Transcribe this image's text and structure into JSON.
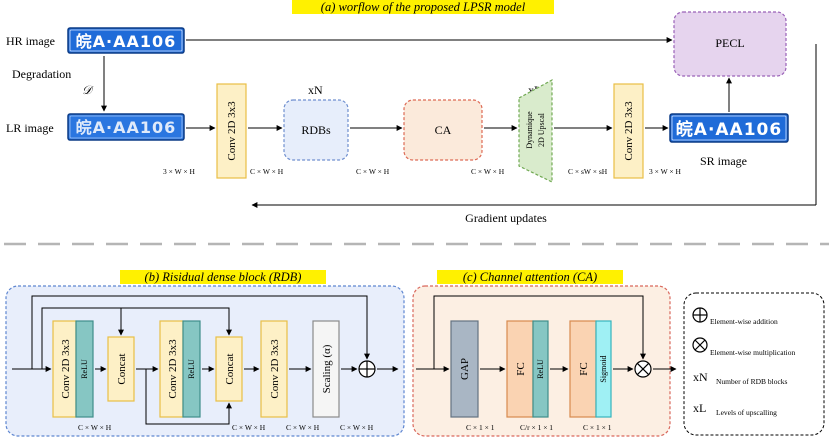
{
  "titles": {
    "a": "(a) worflow of the proposed LPSR model",
    "b": "(b) Risidual dense block (RDB)",
    "c": "(c) Channel attention (CA)"
  },
  "plate_text": "皖A·AA106",
  "top": {
    "hr_label": "HR image",
    "lr_label": "LR image",
    "sr_label": "SR image",
    "degradation": "Degradation",
    "degradation_symbol": "𝒟",
    "pecl": "PECL",
    "conv_in": "Conv 2D 3x3",
    "rdbs": "RDBs",
    "rdbs_rep": "xN",
    "ca": "CA",
    "upscale_rep": "xL",
    "upscale_line1": "Dynamique",
    "upscale_line2": "2D Upscal",
    "conv_out": "Conv 2D 3x3",
    "gradient": "Gradient updates",
    "dims": {
      "d1": "3 × W × H",
      "d2": "C × W × H",
      "d3": "C × W × H",
      "d4": "C × W × H",
      "d5": "C × sW × sH",
      "d6": "3 × W × H"
    }
  },
  "rdb": {
    "conv1": "Conv 2D 3x3",
    "relu1": "ReLU",
    "concat1": "Concat",
    "conv2": "Conv 2D 3x3",
    "relu2": "ReLU",
    "concat2": "Concat",
    "conv3": "Conv 2D 3x3",
    "scaling": "Scaling (α)",
    "dim1": "C × W × H",
    "dim2": "C × W × H",
    "dim3": "C × W × H",
    "dim4": "C × W × H"
  },
  "ca": {
    "gap": "GAP",
    "fc1": "FC",
    "relu": "ReLU",
    "fc2": "FC",
    "sigmoid": "Sigmoid",
    "dim1": "C × 1 × 1",
    "dim2": "C/r × 1 × 1",
    "dim3": "C × 1 × 1"
  },
  "legend": {
    "add": "Element-wise addition",
    "mul": "Element-wise multiplication",
    "n_sym": "xN",
    "n_text": "Number of RDB blocks",
    "l_sym": "xL",
    "l_text": "Levels of upscalling"
  },
  "colors": {
    "conv_fill": "#fdf0c6",
    "conv_stroke": "#e9bf45",
    "relu_fill": "#86c6c3",
    "relu_stroke": "#3f8e8a",
    "rdbs_fill": "#e7eefb",
    "rdbs_stroke": "#6f8fcf",
    "ca_fill": "#fbeadb",
    "ca_stroke": "#dd6a55",
    "up_fill": "#d9ebcc",
    "up_stroke": "#71a953",
    "pecl_fill": "#e6d4ee",
    "pecl_stroke": "#9a62b8",
    "panel_b_fill": "#e8eefb",
    "panel_b_stroke": "#5e86d0",
    "panel_c_fill": "#fcefe3",
    "panel_c_stroke": "#d9685c",
    "gap_fill": "#a9b6c4",
    "gap_stroke": "#637281",
    "fc_fill": "#fad3b2",
    "fc_stroke": "#d78a4e",
    "sig_fill": "#9ff0f4",
    "sig_stroke": "#36b3bd",
    "plate_fill": "#1f6bd8",
    "title_bg": "#fff100",
    "separator": "#b5b5b5"
  }
}
